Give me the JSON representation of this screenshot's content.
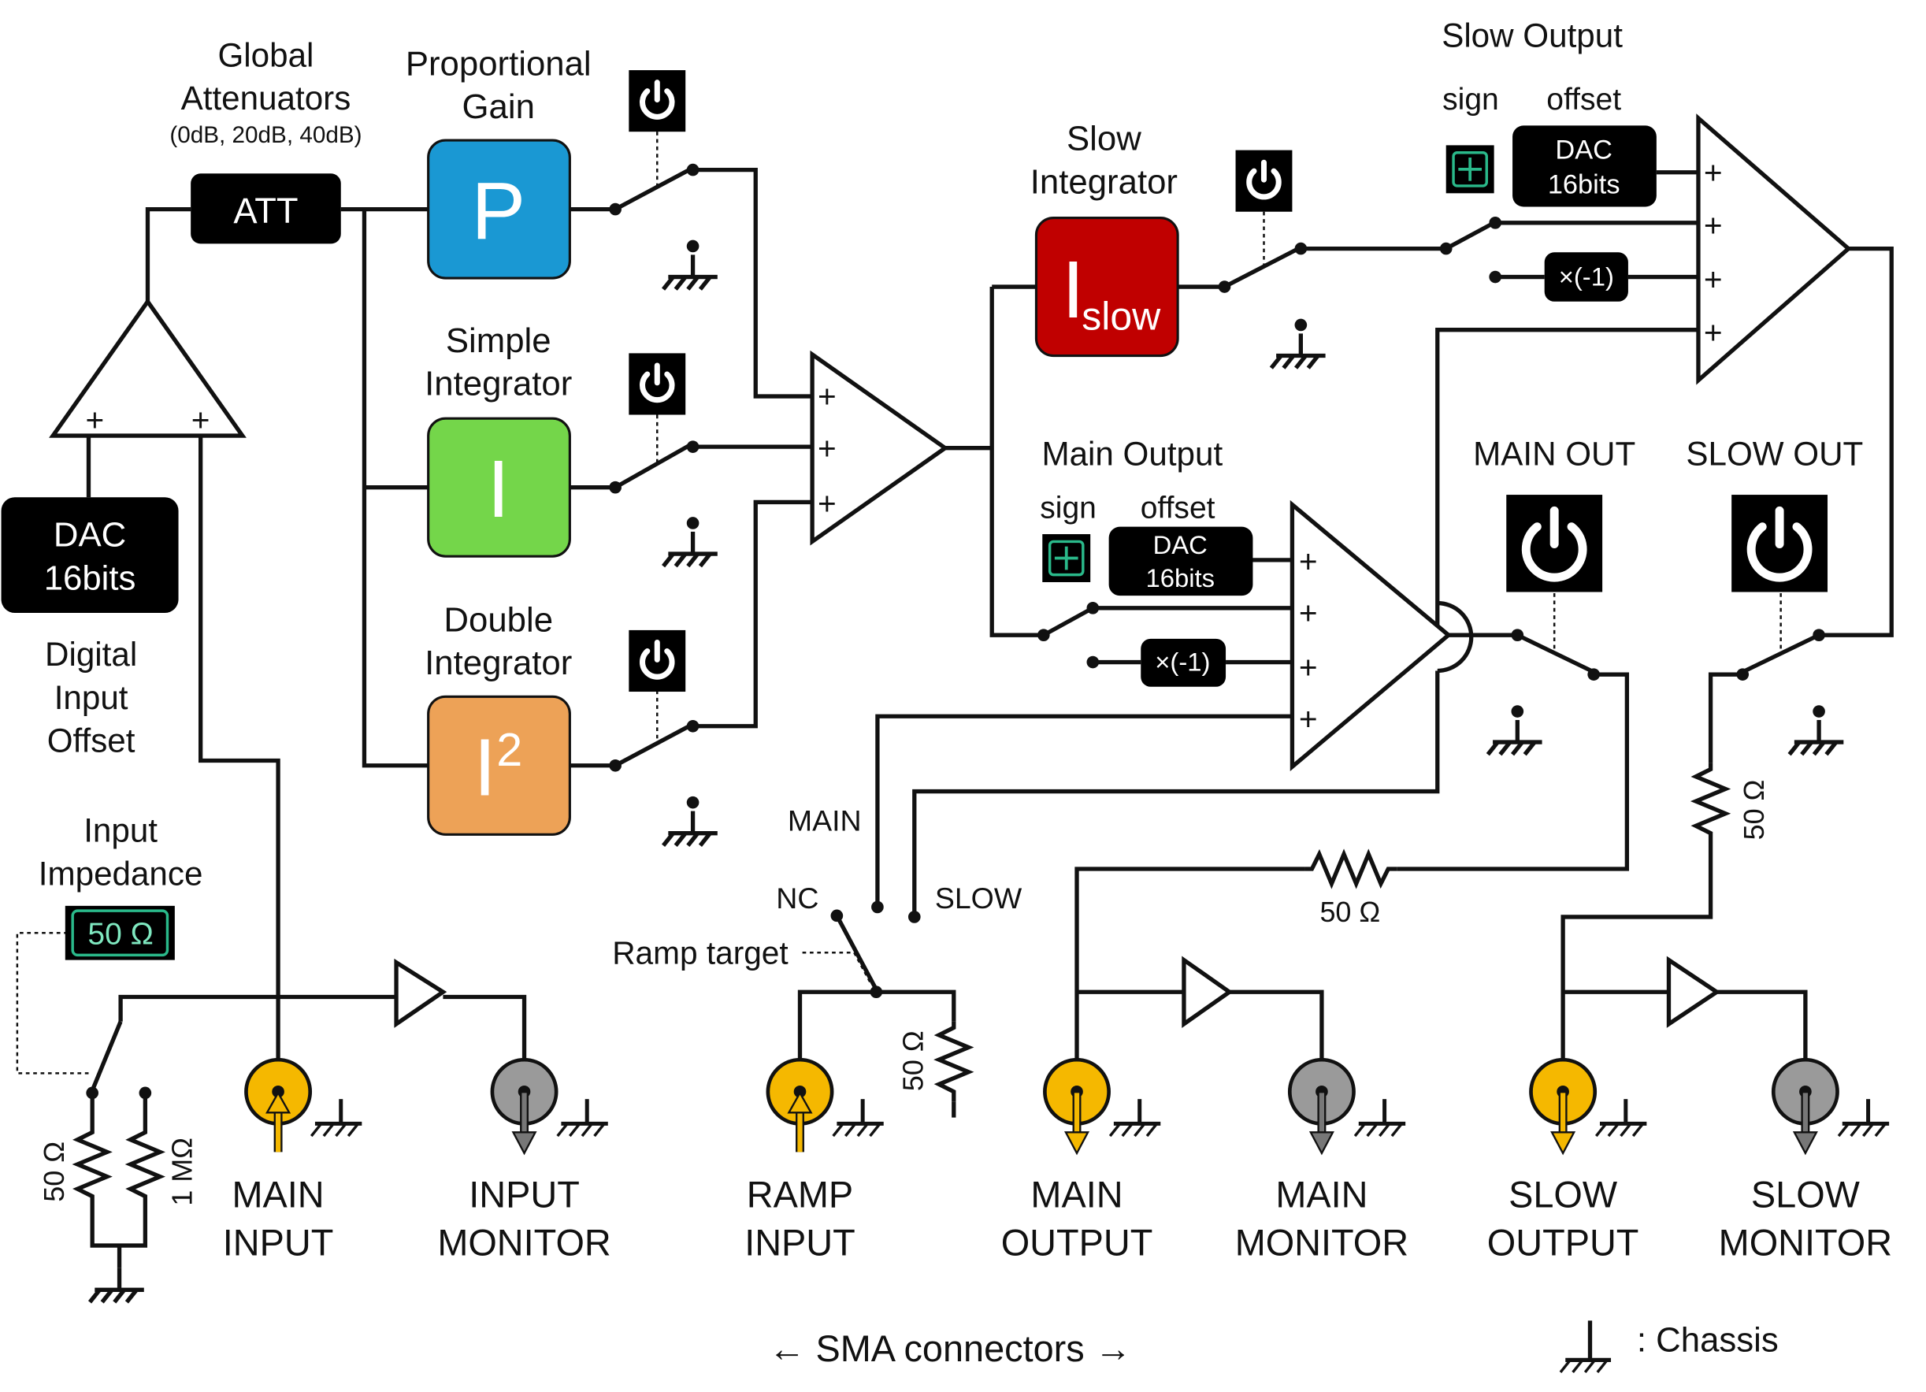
{
  "blocks": {
    "global_att": {
      "title_1": "Global",
      "title_2": "Attenuators",
      "options": "(0dB, 20dB, 40dB)",
      "box": "ATT"
    },
    "prop_gain": {
      "title_1": "Proportional",
      "title_2": "Gain",
      "symbol": "P",
      "color": "#1a98d3"
    },
    "simple_int": {
      "title_1": "Simple",
      "title_2": "Integrator",
      "symbol": "I",
      "color": "#74d64a"
    },
    "double_int": {
      "title_1": "Double",
      "title_2": "Integrator",
      "symbol": "I",
      "superscript": "2",
      "color": "#eda257"
    },
    "slow_int": {
      "title_1": "Slow",
      "title_2": "Integrator",
      "symbol": "I",
      "subscript": "slow",
      "color": "#c00000"
    },
    "dac_input": {
      "line1": "DAC",
      "line2": "16bits"
    },
    "digital_offset": {
      "line1": "Digital",
      "line2": "Input",
      "line3": "Offset"
    },
    "input_impedance": {
      "title_1": "Input",
      "title_2": "Impedance",
      "value": "50 Ω"
    }
  },
  "slow_output": {
    "title": "Slow Output",
    "sign_label": "sign",
    "offset_label": "offset",
    "dac_1": "DAC",
    "dac_2": "16bits",
    "invert": "×(-1)"
  },
  "main_output": {
    "title": "Main Output",
    "sign_label": "sign",
    "offset_label": "offset",
    "dac_1": "DAC",
    "dac_2": "16bits",
    "invert": "×(-1)"
  },
  "outputs": {
    "main_out": "MAIN OUT",
    "slow_out": "SLOW OUT"
  },
  "ramp": {
    "label": "Ramp target",
    "main": "MAIN",
    "nc": "NC",
    "slow": "SLOW"
  },
  "resistors": {
    "r_50": "50 Ω",
    "r_1m": "1 MΩ"
  },
  "plus_sign": "+",
  "connectors": [
    {
      "line1": "MAIN",
      "line2": "INPUT",
      "color": "#f5b800"
    },
    {
      "line1": "INPUT",
      "line2": "MONITOR",
      "color": "#9a9a9a"
    },
    {
      "line1": "RAMP",
      "line2": "INPUT",
      "color": "#f5b800"
    },
    {
      "line1": "MAIN",
      "line2": "OUTPUT",
      "color": "#f5b800"
    },
    {
      "line1": "MAIN",
      "line2": "MONITOR",
      "color": "#9a9a9a"
    },
    {
      "line1": "SLOW",
      "line2": "OUTPUT",
      "color": "#f5b800"
    },
    {
      "line1": "SLOW",
      "line2": "MONITOR",
      "color": "#9a9a9a"
    }
  ],
  "footer": {
    "sma": "← SMA connectors →",
    "chassis": ": Chassis"
  },
  "colors": {
    "dac_fill": "#000000",
    "toggle_border": "#2ab98a",
    "power_bg": "#000000"
  }
}
